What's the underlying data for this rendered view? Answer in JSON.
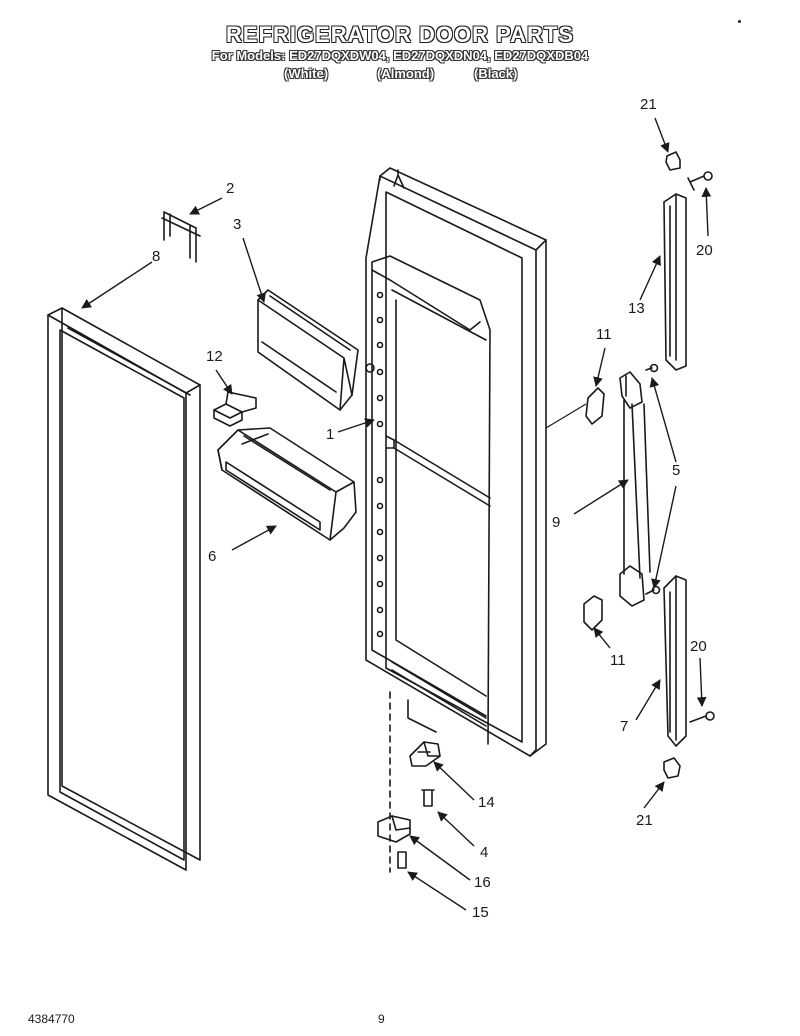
{
  "header": {
    "title": "REFRIGERATOR DOOR PARTS",
    "models": "For Models: ED27DQXDW04, ED27DQXDN04, ED27DQXDB04",
    "finishes": [
      "(White)",
      "(Almond)",
      "(Black)"
    ]
  },
  "callouts": [
    "21",
    "2",
    "3",
    "8",
    "20",
    "13",
    "12",
    "11",
    "1",
    "5",
    "9",
    "6",
    "11",
    "20",
    "7",
    "14",
    "4",
    "16",
    "15",
    "21"
  ],
  "footer": {
    "part_number": "4384770",
    "page_mark": "9"
  }
}
